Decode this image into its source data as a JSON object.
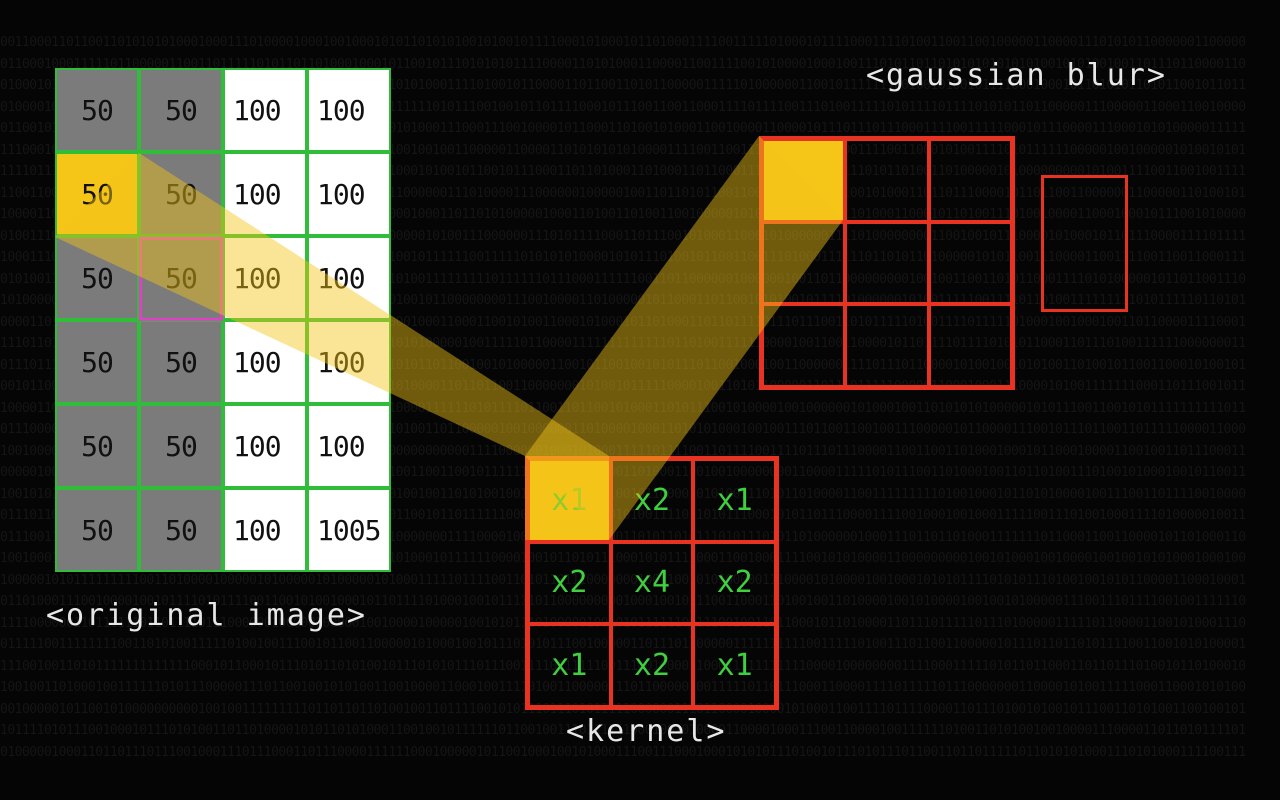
{
  "original_image": {
    "label": "<original image>",
    "rows": [
      [
        "50",
        "50",
        "100",
        "100"
      ],
      [
        "50",
        "50",
        "100",
        "100"
      ],
      [
        "50",
        "50",
        "100",
        "100"
      ],
      [
        "50",
        "50",
        "100",
        "100"
      ],
      [
        "50",
        "50",
        "100",
        "100"
      ],
      [
        "50",
        "50",
        "100",
        "1005"
      ]
    ],
    "highlighted_cell": "row 2, column 1",
    "outlined_cell": "row 3, column 2"
  },
  "kernel": {
    "label": "<kernel>",
    "rows": [
      [
        "x1",
        "x2",
        "x1"
      ],
      [
        "x2",
        "x4",
        "x2"
      ],
      [
        "x1",
        "x2",
        "x1"
      ]
    ]
  },
  "gaussian_blur": {
    "label": "<gaussian blur>"
  },
  "colors": {
    "background": "#050505",
    "grid_green": "#2fbd3a",
    "grid_red": "#e83222",
    "highlight_yellow": "#f5c518",
    "outline_pink": "#e040c8",
    "kernel_text_green": "#3fcf3f",
    "gray_pixel": "#7b7b7b",
    "white_pixel": "#ffffff"
  }
}
